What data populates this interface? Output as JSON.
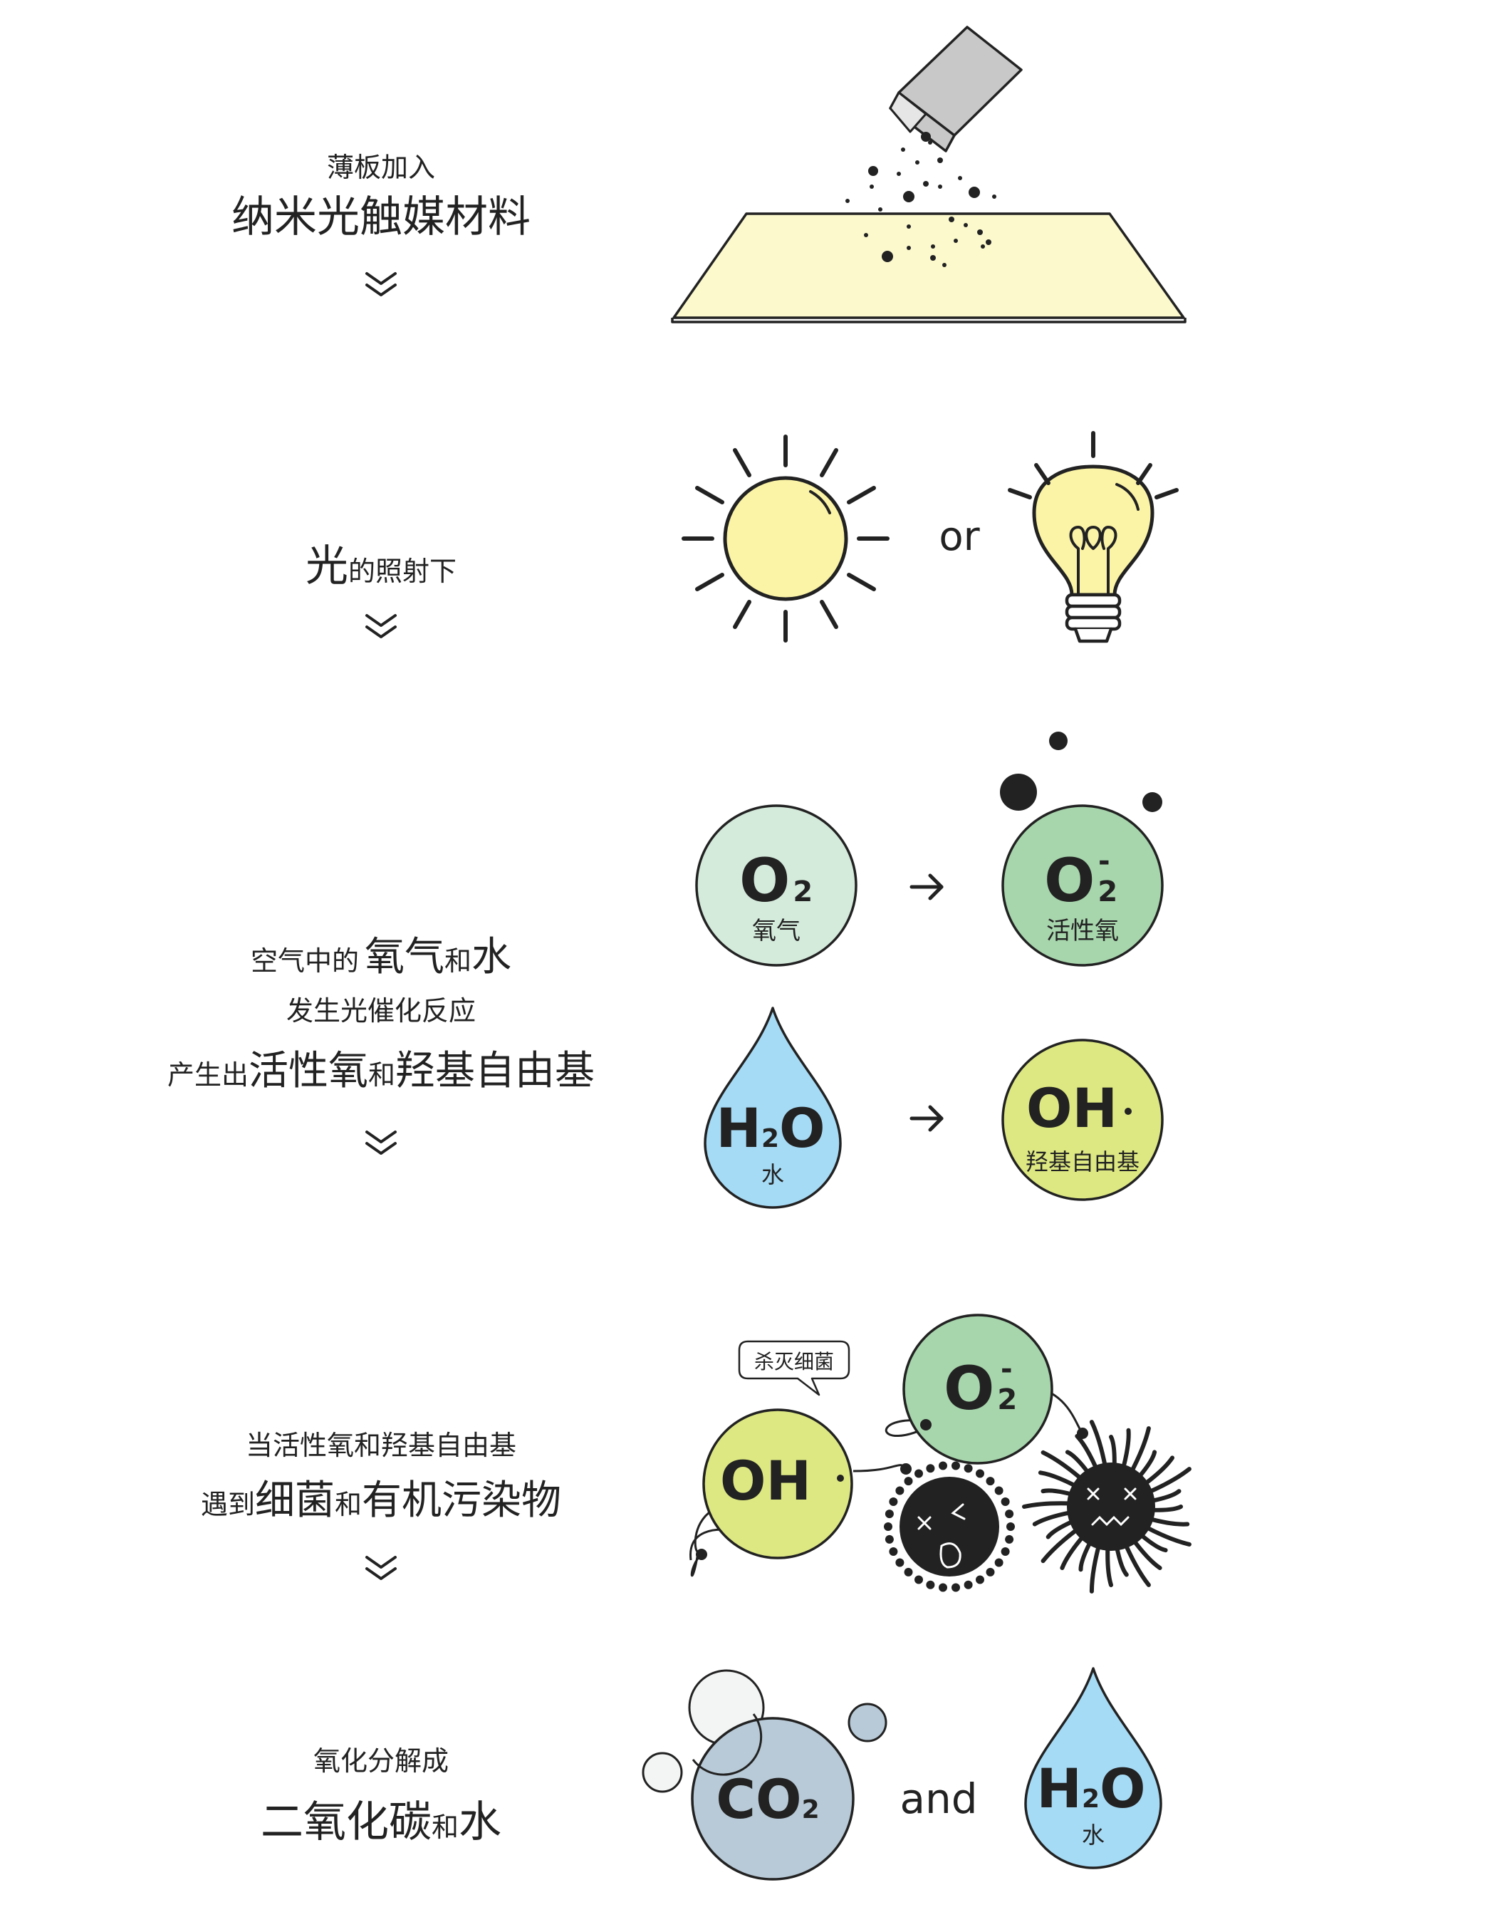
{
  "colors": {
    "ink": "#222222",
    "board": "#fcf9cd",
    "sun": "#fbf4a6",
    "bulb": "#fbf4a6",
    "o2": "#d4eadb",
    "active_o2": "#a7d5ac",
    "water": "#a6dbf6",
    "oh": "#dde882",
    "co2": "#b8cad7",
    "bubble": "#f3f5f4",
    "bubble_blue": "#b8cad7",
    "box": "#c8c8c8"
  },
  "icons": [
    "pouring-box-icon",
    "board-icon",
    "sun-icon",
    "light-bulb-icon",
    "arrow-right-icon",
    "down-chevron-icon",
    "bacteria-icon",
    "germ-icon",
    "water-drop-icon",
    "speech-bubble-icon"
  ],
  "step1": {
    "line1": "薄板加入",
    "line2": "纳米光触媒材料"
  },
  "step2": {
    "big": "光",
    "rest": "的照射下",
    "or": "or"
  },
  "step3": {
    "l1_pre": "空气中的",
    "l1_a": "氧气",
    "l1_and": "和",
    "l1_b": "水",
    "l2": "发生光催化反应",
    "l3_pre": "产生出",
    "l3_a": "活性氧",
    "l3_and": "和",
    "l3_b": "羟基自由基",
    "o2": {
      "main": "O",
      "sub": "2",
      "label": "氧气"
    },
    "active_o2": {
      "main": "O",
      "sub": "2",
      "sup": "-",
      "label": "活性氧"
    },
    "water": {
      "h": "H",
      "sub": "2",
      "o": "O",
      "label": "水"
    },
    "oh": {
      "main": "OH",
      "dot": "·",
      "label": "羟基自由基"
    }
  },
  "step4": {
    "l1": "当活性氧和羟基自由基",
    "l2_pre": "遇到",
    "l2_a": "细菌",
    "l2_and": "和",
    "l2_b": "有机污染物",
    "bubble": "杀灭细菌",
    "o2": {
      "main": "O",
      "sub": "2",
      "sup": "-"
    },
    "oh": {
      "main": "OH",
      "dot": "·"
    }
  },
  "step5": {
    "l1": "氧化分解成",
    "l2_a": "二氧化碳",
    "l2_and": "和",
    "l2_b": "水",
    "co2": {
      "main": "CO",
      "sub": "2"
    },
    "and": "and",
    "water": {
      "h": "H",
      "sub": "2",
      "o": "O",
      "label": "水"
    }
  }
}
